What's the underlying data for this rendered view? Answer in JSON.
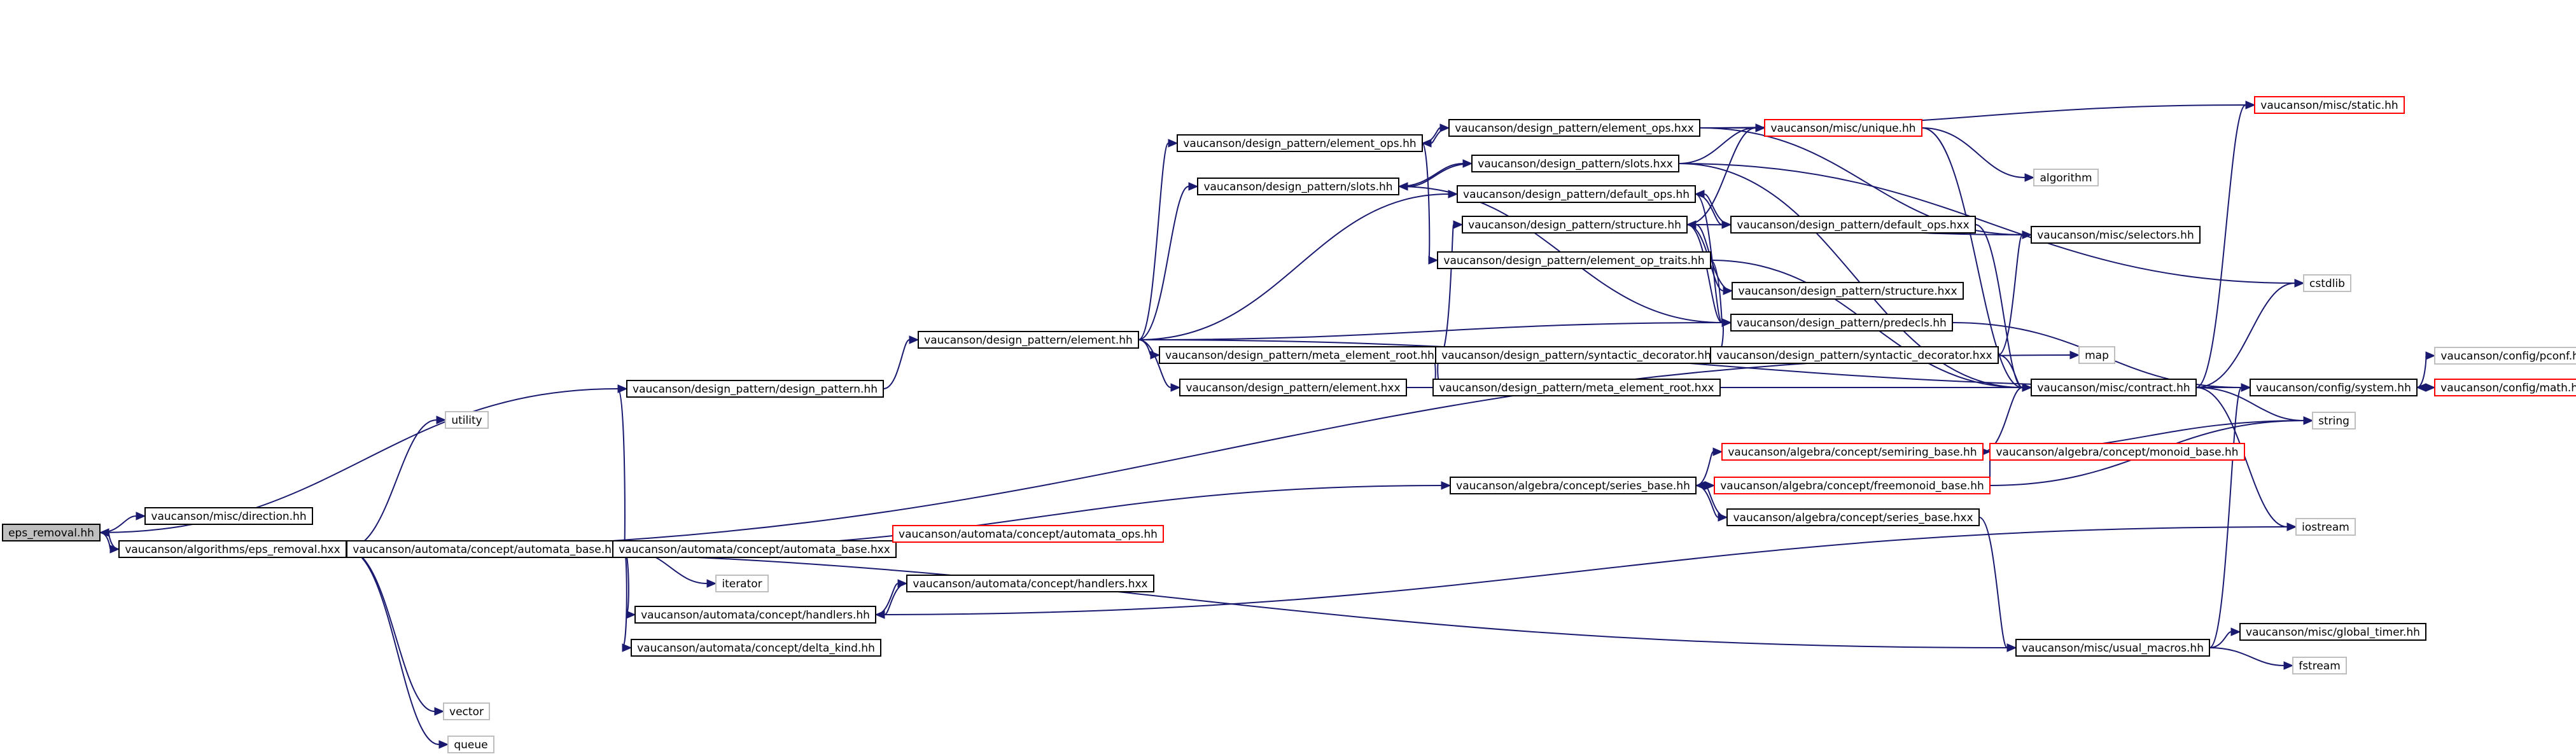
{
  "colors": {
    "edge": "#191970",
    "node_border": "#000000",
    "node_border_missing": "#ff0000",
    "node_border_external": "#bfbfbf",
    "root_fill": "#bfbfbf",
    "node_fill": "#ffffff"
  },
  "nodes": [
    {
      "id": "root",
      "label": "eps_removal.hh",
      "style": "root"
    },
    {
      "id": "dir",
      "label": "vaucanson/misc/direction.hh",
      "style": "normal"
    },
    {
      "id": "epsx",
      "label": "vaucanson/algorithms/eps_removal.hxx",
      "style": "normal"
    },
    {
      "id": "dp",
      "label": "vaucanson/design_pattern/design_pattern.hh",
      "style": "normal"
    },
    {
      "id": "util",
      "label": "utility",
      "style": "external"
    },
    {
      "id": "aut_base",
      "label": "vaucanson/automata/concept/automata_base.hh",
      "style": "normal"
    },
    {
      "id": "elem",
      "label": "vaucanson/design_pattern/element.hh",
      "style": "normal"
    },
    {
      "id": "eops",
      "label": "vaucanson/design_pattern/element_ops.hh",
      "style": "normal"
    },
    {
      "id": "eopsx",
      "label": "vaucanson/design_pattern/element_ops.hxx",
      "style": "normal"
    },
    {
      "id": "slots",
      "label": "vaucanson/design_pattern/slots.hh",
      "style": "normal"
    },
    {
      "id": "slotsx",
      "label": "vaucanson/design_pattern/slots.hxx",
      "style": "normal"
    },
    {
      "id": "unique",
      "label": "vaucanson/misc/unique.hh",
      "style": "missing"
    },
    {
      "id": "static",
      "label": "vaucanson/misc/static.hh",
      "style": "missing"
    },
    {
      "id": "algo",
      "label": "algorithm",
      "style": "external"
    },
    {
      "id": "defops",
      "label": "vaucanson/design_pattern/default_ops.hh",
      "style": "normal"
    },
    {
      "id": "struct",
      "label": "vaucanson/design_pattern/structure.hh",
      "style": "normal"
    },
    {
      "id": "defopsx",
      "label": "vaucanson/design_pattern/default_ops.hxx",
      "style": "normal"
    },
    {
      "id": "selectors",
      "label": "vaucanson/misc/selectors.hh",
      "style": "normal"
    },
    {
      "id": "eoptraits",
      "label": "vaucanson/design_pattern/element_op_traits.hh",
      "style": "normal"
    },
    {
      "id": "structx",
      "label": "vaucanson/design_pattern/structure.hxx",
      "style": "normal"
    },
    {
      "id": "cstdlib",
      "label": "cstdlib",
      "style": "external"
    },
    {
      "id": "predecls",
      "label": "vaucanson/design_pattern/predecls.hh",
      "style": "normal"
    },
    {
      "id": "meta",
      "label": "vaucanson/design_pattern/meta_element_root.hh",
      "style": "normal"
    },
    {
      "id": "syn",
      "label": "vaucanson/design_pattern/syntactic_decorator.hh",
      "style": "normal"
    },
    {
      "id": "synx",
      "label": "vaucanson/design_pattern/syntactic_decorator.hxx",
      "style": "normal"
    },
    {
      "id": "map",
      "label": "map",
      "style": "external"
    },
    {
      "id": "elemx",
      "label": "vaucanson/design_pattern/element.hxx",
      "style": "normal"
    },
    {
      "id": "metax",
      "label": "vaucanson/design_pattern/meta_element_root.hxx",
      "style": "normal"
    },
    {
      "id": "contract",
      "label": "vaucanson/misc/contract.hh",
      "style": "normal"
    },
    {
      "id": "system",
      "label": "vaucanson/config/system.hh",
      "style": "normal"
    },
    {
      "id": "pconf",
      "label": "vaucanson/config/pconf.hh",
      "style": "external"
    },
    {
      "id": "math",
      "label": "vaucanson/config/math.hh",
      "style": "missing"
    },
    {
      "id": "string",
      "label": "string",
      "style": "external"
    },
    {
      "id": "semiring",
      "label": "vaucanson/algebra/concept/semiring_base.hh",
      "style": "missing"
    },
    {
      "id": "monoid",
      "label": "vaucanson/algebra/concept/monoid_base.hh",
      "style": "missing"
    },
    {
      "id": "series",
      "label": "vaucanson/algebra/concept/series_base.hh",
      "style": "normal"
    },
    {
      "id": "freemonoid",
      "label": "vaucanson/algebra/concept/freemonoid_base.hh",
      "style": "missing"
    },
    {
      "id": "seriesx",
      "label": "vaucanson/algebra/concept/series_base.hxx",
      "style": "normal"
    },
    {
      "id": "iostream",
      "label": "iostream",
      "style": "external"
    },
    {
      "id": "aut_basex",
      "label": "vaucanson/automata/concept/automata_base.hxx",
      "style": "normal"
    },
    {
      "id": "aut_ops",
      "label": "vaucanson/automata/concept/automata_ops.hh",
      "style": "missing"
    },
    {
      "id": "iterator",
      "label": "iterator",
      "style": "external"
    },
    {
      "id": "handlersx",
      "label": "vaucanson/automata/concept/handlers.hxx",
      "style": "normal"
    },
    {
      "id": "handlers",
      "label": "vaucanson/automata/concept/handlers.hh",
      "style": "normal"
    },
    {
      "id": "delta",
      "label": "vaucanson/automata/concept/delta_kind.hh",
      "style": "normal"
    },
    {
      "id": "usual",
      "label": "vaucanson/misc/usual_macros.hh",
      "style": "normal"
    },
    {
      "id": "timer",
      "label": "vaucanson/misc/global_timer.hh",
      "style": "normal"
    },
    {
      "id": "fstream",
      "label": "fstream",
      "style": "external"
    },
    {
      "id": "vector",
      "label": "vector",
      "style": "external"
    },
    {
      "id": "queue",
      "label": "queue",
      "style": "external"
    }
  ],
  "edges": [
    [
      "root",
      "dir"
    ],
    [
      "root",
      "epsx"
    ],
    [
      "root",
      "dp"
    ],
    [
      "epsx",
      "root"
    ],
    [
      "epsx",
      "util"
    ],
    [
      "epsx",
      "aut_base"
    ],
    [
      "epsx",
      "map"
    ],
    [
      "epsx",
      "vector"
    ],
    [
      "epsx",
      "queue"
    ],
    [
      "epsx",
      "usual"
    ],
    [
      "dp",
      "elem"
    ],
    [
      "elem",
      "eops"
    ],
    [
      "elem",
      "slots"
    ],
    [
      "elem",
      "defops"
    ],
    [
      "elem",
      "predecls"
    ],
    [
      "elem",
      "meta"
    ],
    [
      "elem",
      "elemx"
    ],
    [
      "elem",
      "system"
    ],
    [
      "eops",
      "eopsx"
    ],
    [
      "eops",
      "eoptraits"
    ],
    [
      "eopsx",
      "eops"
    ],
    [
      "eopsx",
      "unique"
    ],
    [
      "eopsx",
      "static"
    ],
    [
      "eopsx",
      "selectors"
    ],
    [
      "slots",
      "slotsx"
    ],
    [
      "slots",
      "predecls"
    ],
    [
      "slotsx",
      "slots"
    ],
    [
      "slotsx",
      "unique"
    ],
    [
      "slotsx",
      "cstdlib"
    ],
    [
      "slotsx",
      "contract"
    ],
    [
      "unique",
      "algo"
    ],
    [
      "unique",
      "contract"
    ],
    [
      "defops",
      "defopsx"
    ],
    [
      "defops",
      "predecls"
    ],
    [
      "defopsx",
      "defops"
    ],
    [
      "defopsx",
      "contract"
    ],
    [
      "struct",
      "structx"
    ],
    [
      "struct",
      "predecls"
    ],
    [
      "struct",
      "unique"
    ],
    [
      "struct",
      "selectors"
    ],
    [
      "structx",
      "struct"
    ],
    [
      "eoptraits",
      "predecls"
    ],
    [
      "eoptraits",
      "contract"
    ],
    [
      "meta",
      "struct"
    ],
    [
      "meta",
      "syn"
    ],
    [
      "meta",
      "metax"
    ],
    [
      "metax",
      "meta"
    ],
    [
      "syn",
      "synx"
    ],
    [
      "syn",
      "predecls"
    ],
    [
      "synx",
      "syn"
    ],
    [
      "synx",
      "selectors"
    ],
    [
      "synx",
      "contract"
    ],
    [
      "predecls",
      "system"
    ],
    [
      "elemx",
      "contract"
    ],
    [
      "contract",
      "system"
    ],
    [
      "contract",
      "static"
    ],
    [
      "contract",
      "cstdlib"
    ],
    [
      "contract",
      "string"
    ],
    [
      "contract",
      "iostream"
    ],
    [
      "system",
      "pconf"
    ],
    [
      "system",
      "math"
    ],
    [
      "math",
      "system"
    ],
    [
      "aut_base",
      "dp"
    ],
    [
      "aut_base",
      "series"
    ],
    [
      "aut_base",
      "aut_basex"
    ],
    [
      "aut_base",
      "iterator"
    ],
    [
      "aut_base",
      "handlers"
    ],
    [
      "aut_base",
      "delta"
    ],
    [
      "aut_basex",
      "aut_base"
    ],
    [
      "aut_basex",
      "aut_ops"
    ],
    [
      "series",
      "semiring"
    ],
    [
      "series",
      "freemonoid"
    ],
    [
      "series",
      "seriesx"
    ],
    [
      "seriesx",
      "series"
    ],
    [
      "seriesx",
      "usual"
    ],
    [
      "semiring",
      "monoid"
    ],
    [
      "semiring",
      "contract"
    ],
    [
      "semiring",
      "string"
    ],
    [
      "freemonoid",
      "monoid"
    ],
    [
      "freemonoid",
      "string"
    ],
    [
      "handlers",
      "handlersx"
    ],
    [
      "handlers",
      "iostream"
    ],
    [
      "handlersx",
      "handlers"
    ],
    [
      "usual",
      "timer"
    ],
    [
      "usual",
      "fstream"
    ],
    [
      "usual",
      "system"
    ]
  ]
}
